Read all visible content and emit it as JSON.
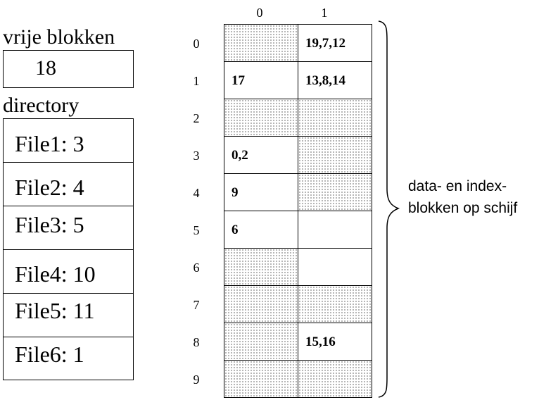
{
  "free_blocks": {
    "title": "vrije blokken",
    "value": "18"
  },
  "directory": {
    "title": "directory",
    "entries": [
      "File1: 3",
      "File2: 4",
      "File3: 5",
      "File4: 10",
      "File5: 11",
      "File6: 1"
    ]
  },
  "disk": {
    "column_headers": [
      "0",
      "1"
    ],
    "row_headers": [
      "0",
      "1",
      "2",
      "3",
      "4",
      "5",
      "6",
      "7",
      "8",
      "9"
    ],
    "cells": [
      [
        {
          "text": "",
          "used": true
        },
        {
          "text": "19,7,12",
          "used": false
        }
      ],
      [
        {
          "text": "17",
          "used": false
        },
        {
          "text": "13,8,14",
          "used": false
        }
      ],
      [
        {
          "text": "",
          "used": true
        },
        {
          "text": "",
          "used": true
        }
      ],
      [
        {
          "text": "0,2",
          "used": false
        },
        {
          "text": "",
          "used": true
        }
      ],
      [
        {
          "text": "9",
          "used": false
        },
        {
          "text": "",
          "used": true
        }
      ],
      [
        {
          "text": "6",
          "used": false
        },
        {
          "text": "",
          "used": false
        }
      ],
      [
        {
          "text": "",
          "used": true
        },
        {
          "text": "",
          "used": false
        }
      ],
      [
        {
          "text": "",
          "used": true
        },
        {
          "text": "",
          "used": true
        }
      ],
      [
        {
          "text": "",
          "used": true
        },
        {
          "text": "15,16",
          "used": false
        }
      ],
      [
        {
          "text": "",
          "used": true
        },
        {
          "text": "",
          "used": true
        }
      ]
    ]
  },
  "annotation": {
    "line1": "data- en index-",
    "line2": "blokken op schijf"
  }
}
